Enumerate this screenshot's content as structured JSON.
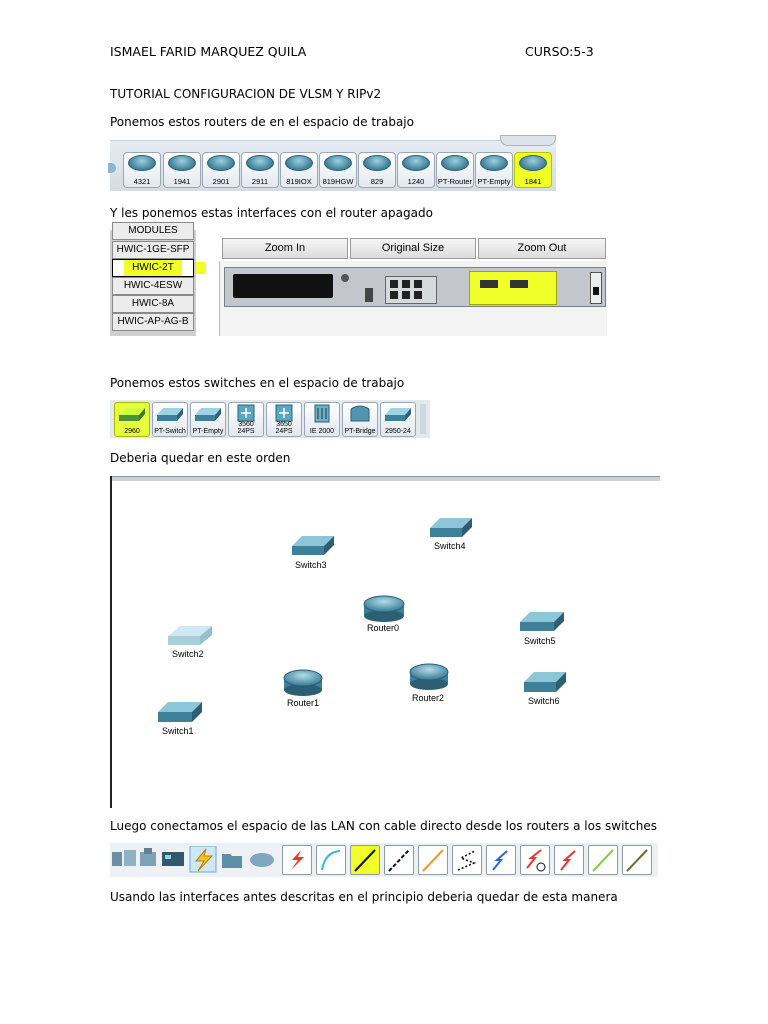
{
  "header": {
    "author": "ISMAEL FARID MARQUEZ QUILA",
    "course": "CURSO:5-3"
  },
  "title": "TUTORIAL CONFIGURACION DE VLSM Y RIPv2",
  "steps": {
    "routers_caption": "Ponemos estos routers de en el espacio de trabajo",
    "interfaces_caption": "Y les ponemos estas interfaces con el router apagado",
    "switches_caption": "Ponemos estos switches en el espacio de trabajo",
    "order_caption": "Deberia quedar en este orden",
    "connect_caption": "Luego conectamos el espacio de las LAN con cable directo desde los routers a los switches",
    "result_caption": "Usando las interfaces antes descritas en el principio deberia quedar de esta manera"
  },
  "routers": [
    "4321",
    "1941",
    "2901",
    "2911",
    "819IOX",
    "819HGW",
    "829",
    "1240",
    "PT-Router",
    "PT-Empty",
    "1841"
  ],
  "highlighted_router": "1841",
  "modules": {
    "partial": "MODULES",
    "items": [
      "HWIC-1GE-SFP",
      "HWIC-2T",
      "HWIC-4ESW",
      "HWIC-8A",
      "HWIC-AP-AG-B"
    ],
    "selected": "HWIC-2T"
  },
  "zoom": {
    "zoom_in": "Zoom In",
    "original": "Original Size",
    "zoom_out": "Zoom Out"
  },
  "switches": [
    "2960",
    "PT-Switch",
    "PT-Empty",
    "3560 24PS",
    "3650 24PS",
    "IE 2000",
    "PT-Bridge",
    "2950-24"
  ],
  "highlighted_switch": "2960",
  "topology": {
    "switch3": "Switch3",
    "switch4": "Switch4",
    "router0": "Router0",
    "switch5": "Switch5",
    "switch2": "Switch2",
    "router1": "Router1",
    "router2": "Router2",
    "switch6": "Switch6",
    "switch1": "Switch1"
  },
  "colors": {
    "highlight": "#f0ff27",
    "device_blue": "#3e7f99"
  }
}
